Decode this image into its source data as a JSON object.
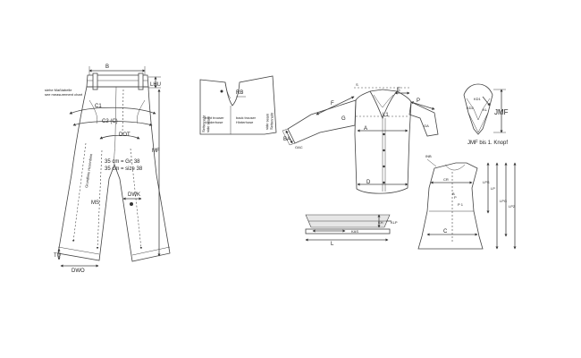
{
  "trousers": {
    "label_B": "B",
    "label_LHU": "LHU",
    "side_note_1": "siehe Maßtabelle",
    "side_note_2": "see measurement chart",
    "label_C1": "C1",
    "label_C2": "C2 (C)",
    "label_DOT": "DOT",
    "label_MF": "MF",
    "vertical_note": "Grundlinie Hosenbein",
    "label_MS": "MS",
    "size_note_1": "35 cm = Gr. 38",
    "size_note_2": "35 cm = size 38",
    "label_DWK": "DWK",
    "label_TU": "TU",
    "label_DWO": "DWO"
  },
  "trouser_top": {
    "label_RB": "RB",
    "left_side_label": "Seitennaht",
    "right_side_label": "Seitennaht",
    "front_line_1": "front trouser",
    "front_line_2": "Vorderhose",
    "back_line_1": "back trouser",
    "back_line_2": "Hinterhose",
    "side_seam_1": "side seam",
    "side_seam_2": "side seam"
  },
  "shirt": {
    "label_S": "S",
    "label_F": "F",
    "label_E": "E",
    "label_P": "P",
    "label_G": "G",
    "label_L1": "L1",
    "label_BA": "BA",
    "label_A": "A",
    "label_GA": "GA",
    "label_D": "D",
    "label_OAC": "OAC"
  },
  "collar_detail": {
    "label_KD1": "KD1",
    "label_KD2": "KD2",
    "label_KL": "KL",
    "label_JMF": "JMF",
    "caption": "JMF bis 1. Knopf"
  },
  "waistband": {
    "label_KH": "KH",
    "label_KLP": "KLP",
    "label_KAS": "KAS",
    "label_L": "L"
  },
  "dress": {
    "label_INB": "INB",
    "label_CR": "CR",
    "label_LPS": "LPS",
    "label_B": "B",
    "label_LP": "LP",
    "label_LPG": "LPG",
    "label_LP2": "LP2",
    "label_C": "C",
    "label_p1": "P",
    "label_p2": "P 1"
  }
}
